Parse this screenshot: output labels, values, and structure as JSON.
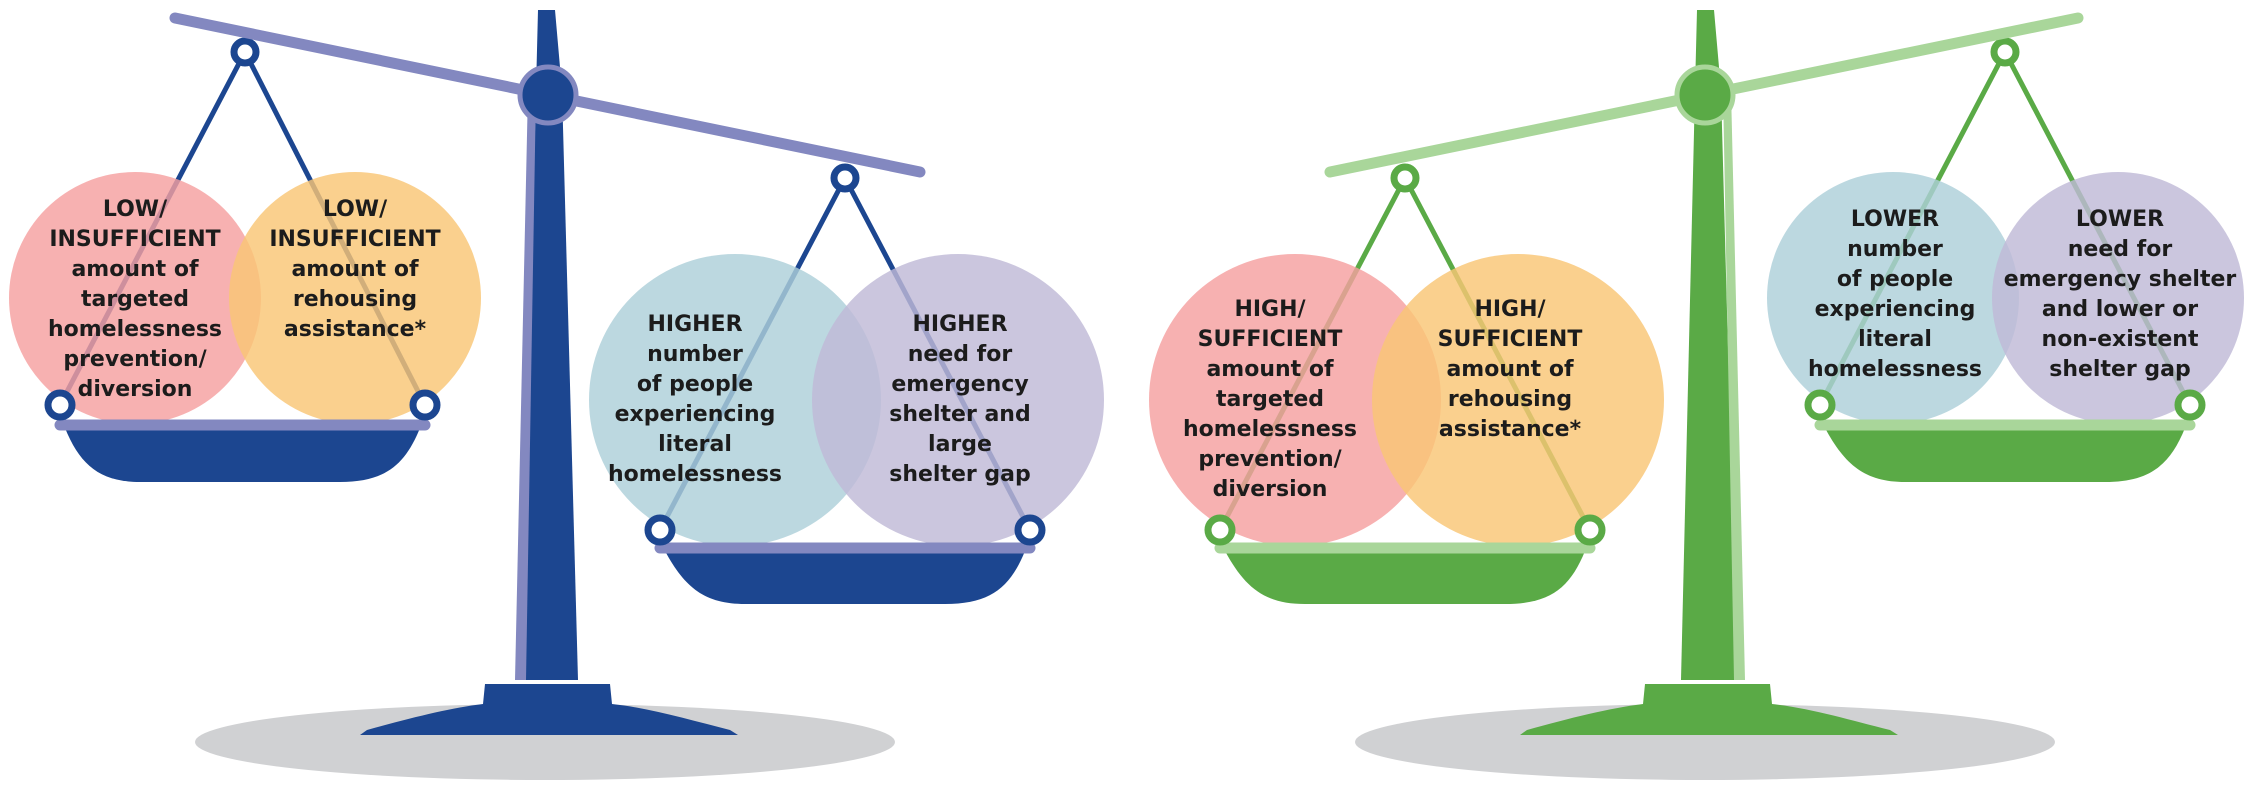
{
  "scales": [
    {
      "id": "unbalanced",
      "colors": {
        "dark": "#1c4690",
        "beam": "#8388c0",
        "shadow": "#d0d1d3"
      },
      "left_pan": {
        "circles": [
          {
            "text": "LOW/\nINSUFFICIENT\namount of\ntargeted\nhomelessness\nprevention/\ndiversion",
            "color": "#f5a0a0"
          },
          {
            "text": "LOW/\nINSUFFICIENT\namount of\nrehousing\nassistance*",
            "color": "#f9c675"
          }
        ]
      },
      "right_pan": {
        "circles": [
          {
            "text": "HIGHER\nnumber\nof people\nexperiencing\nliteral\nhomelessness",
            "color": "#adcfd9"
          },
          {
            "text": "HIGHER\nneed for\nemergency\nshelter and\nlarge\nshelter gap",
            "color": "#c0b9d7"
          }
        ]
      }
    },
    {
      "id": "balanced",
      "colors": {
        "dark": "#5aaa46",
        "beam": "#a9d69a",
        "shadow": "#d0d1d3"
      },
      "left_pan": {
        "circles": [
          {
            "text": "HIGH/\nSUFFICIENT\namount of\ntargeted\nhomelessness\nprevention/\ndiversion",
            "color": "#f5a0a0"
          },
          {
            "text": "HIGH/\nSUFFICIENT\namount of\nrehousing\nassistance*",
            "color": "#f9c675"
          }
        ]
      },
      "right_pan": {
        "circles": [
          {
            "text": "LOWER\nnumber\nof people\nexperiencing\nliteral\nhomelessness",
            "color": "#adcfd9"
          },
          {
            "text": "LOWER\nneed for\nemergency shelter\nand lower or\nnon-existent\nshelter gap",
            "color": "#c0b9d7"
          }
        ]
      }
    }
  ]
}
